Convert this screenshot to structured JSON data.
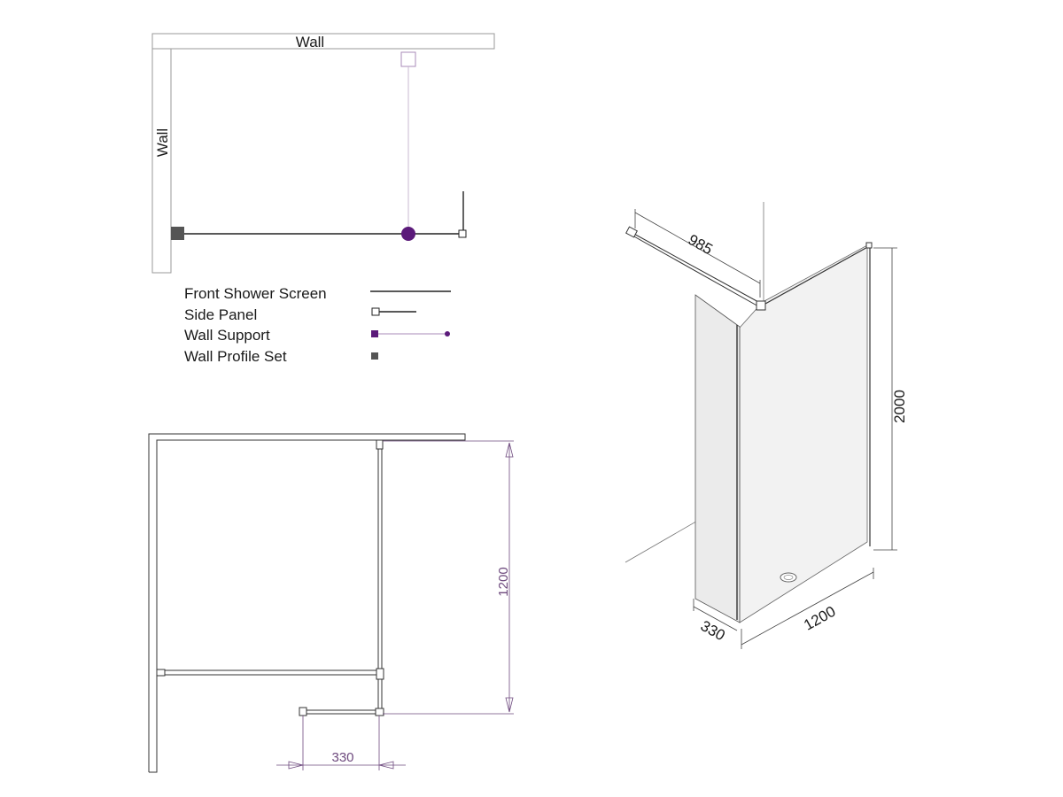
{
  "plan": {
    "wall_top_label": "Wall",
    "wall_left_label": "Wall"
  },
  "legend": [
    {
      "label": "Front Shower Screen"
    },
    {
      "label": "Side Panel"
    },
    {
      "label": "Wall Support"
    },
    {
      "label": "Wall Profile Set"
    }
  ],
  "elevation": {
    "dim_vertical": "1200",
    "dim_horizontal": "330"
  },
  "iso": {
    "dim_support": "985",
    "dim_height": "2000",
    "dim_depth": "330",
    "dim_width": "1200"
  },
  "colors": {
    "accent_purple": "#5b1a7a",
    "dim_purple": "#6e4a7e",
    "profile_gray": "#555555"
  }
}
